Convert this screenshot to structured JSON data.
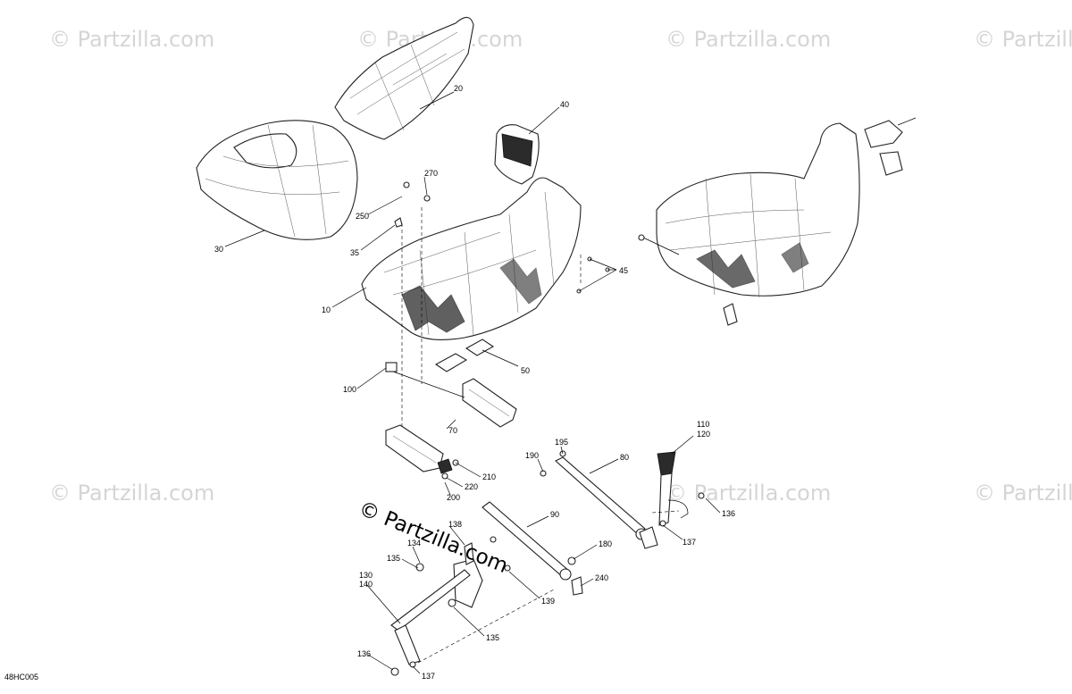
{
  "watermarks": {
    "repeat_text": "© Partzilla.com",
    "main_text": "© Partzilla.com"
  },
  "drawing_code": "48HC005",
  "callouts": [
    "20",
    "40",
    "270",
    "250",
    "30",
    "35",
    "45",
    "10",
    "50",
    "100",
    "70",
    "110",
    "120",
    "195",
    "190",
    "80",
    "210",
    "220",
    "200",
    "136",
    "138",
    "90",
    "180",
    "134",
    "135",
    "130",
    "140",
    "240",
    "137",
    "139",
    "135",
    "136",
    "137"
  ]
}
